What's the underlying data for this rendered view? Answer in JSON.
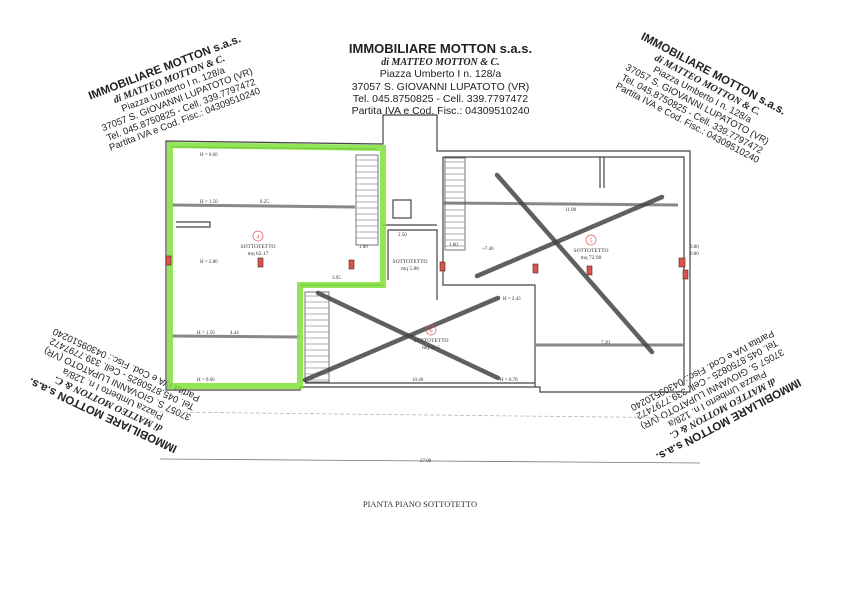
{
  "stamp": {
    "company": "IMMOBILIARE MOTTON s.a.s.",
    "owner": "di MATTEO MOTTON & C.",
    "address": "Piazza Umberto I n. 128/a",
    "city": "37057 S. GIOVANNI LUPATOTO (VR)",
    "phone": "Tel. 045.8750825 - Cell. 339.7797472",
    "vat": "Partita IVA e Cod. Fisc.: 04309510240"
  },
  "plan": {
    "title": "PIANTA PIANO SOTTOTETTO",
    "overall_width": "27.00",
    "highlight_color": "#7ee03a",
    "rooms": [
      {
        "number": "4",
        "name": "SOTTOTETTO",
        "area": "mq 62.17",
        "highlighted": true,
        "crossed": false
      },
      {
        "number": "5",
        "name": "SOTTOTETTO",
        "area": "mq 72.90",
        "highlighted": false,
        "crossed": true
      },
      {
        "number": "6",
        "name": "SOTTOTETTO",
        "area": "mq 41.5",
        "highlighted": false,
        "crossed": true
      },
      {
        "number": "",
        "name": "SOTTOTETTO",
        "area": "mq 5.86",
        "highlighted": false,
        "crossed": false
      }
    ],
    "heights": {
      "h_060_top": "H = 0.60",
      "h_150_top": "H = 1.50",
      "h_280": "H = 2.80",
      "h_150_bottom": "H = 1.50",
      "h_060_bottom": "H = 0.60",
      "h_243": "H = 2.43",
      "h_078": "H = 0.78",
      "h_740": "+7.40"
    },
    "dimensions": {
      "d_825": "8.25",
      "d_444": "4.44",
      "d_100a": "1.00",
      "d_395": "3.95",
      "d_1100": "11.00",
      "d_720": "7.20",
      "d_1040": "10.40",
      "d_080a": "0.80",
      "d_080b": "0.80",
      "d_250": "2.50",
      "d_100b": "1.00"
    }
  }
}
